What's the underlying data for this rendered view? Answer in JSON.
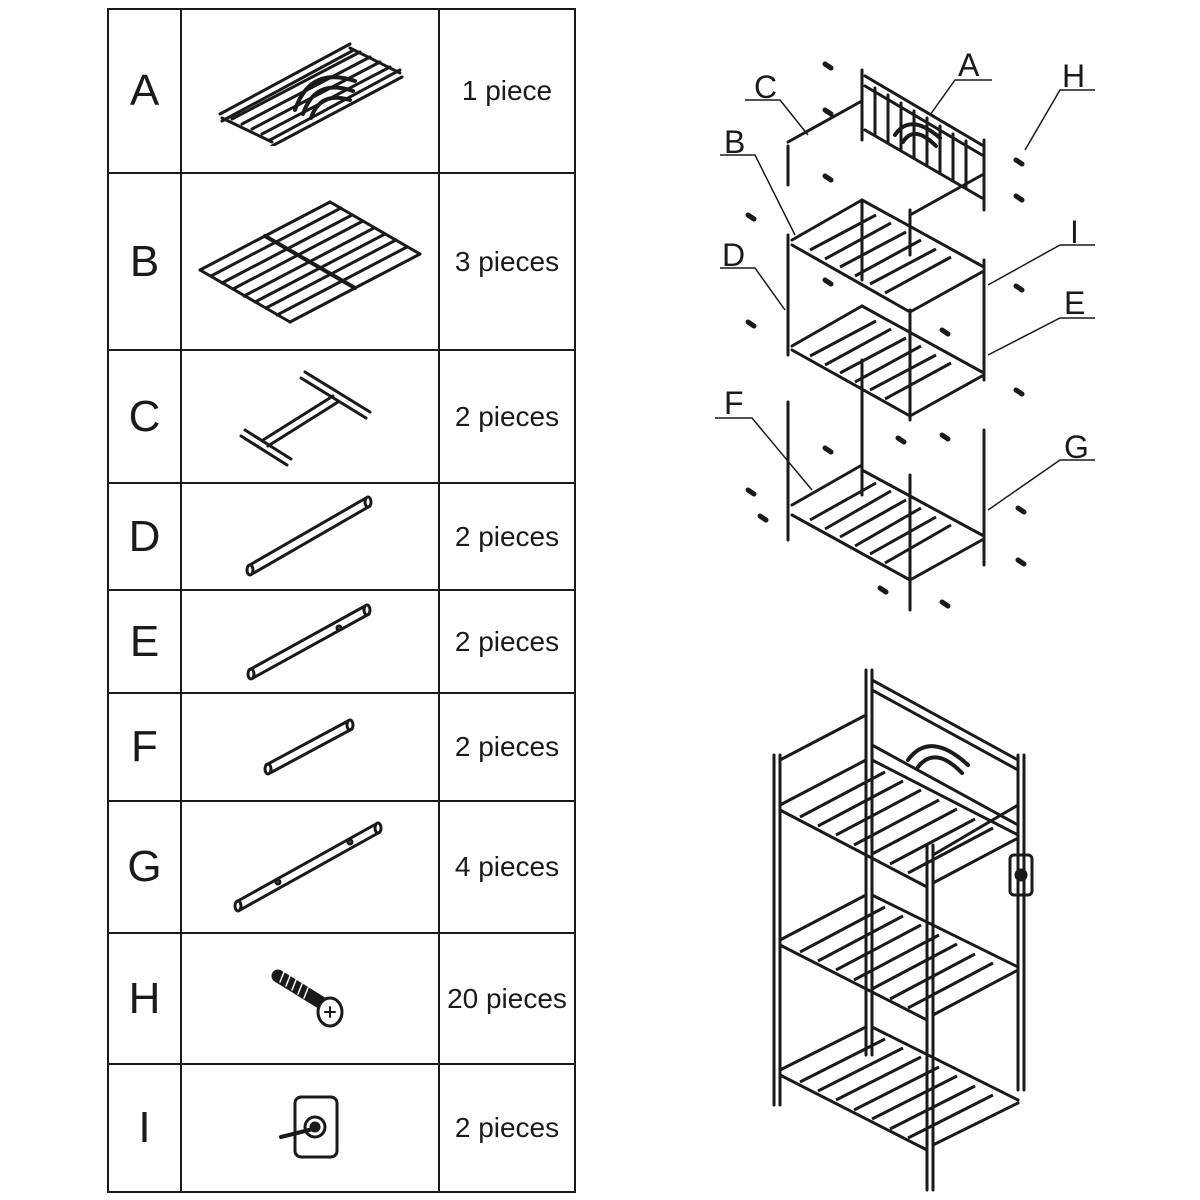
{
  "parts": [
    {
      "letter": "A",
      "quantity": "1 piece",
      "icon": "back-panel-icon"
    },
    {
      "letter": "B",
      "quantity": "3 pieces",
      "icon": "shelf-grid-icon"
    },
    {
      "letter": "C",
      "quantity": "2 pieces",
      "icon": "handle-rail-icon"
    },
    {
      "letter": "D",
      "quantity": "2 pieces",
      "icon": "long-tube-icon"
    },
    {
      "letter": "E",
      "quantity": "2 pieces",
      "icon": "long-tube-icon"
    },
    {
      "letter": "F",
      "quantity": "2 pieces",
      "icon": "short-tube-icon"
    },
    {
      "letter": "G",
      "quantity": "4 pieces",
      "icon": "long-tube-icon"
    },
    {
      "letter": "H",
      "quantity": "20 pieces",
      "icon": "screw-icon"
    },
    {
      "letter": "I",
      "quantity": "2 pieces",
      "icon": "wall-hook-icon"
    }
  ],
  "callouts": {
    "A": "A",
    "B": "B",
    "C": "C",
    "D": "D",
    "E": "E",
    "F": "F",
    "G": "G",
    "H": "H",
    "I": "I"
  },
  "colors": {
    "line": "#1a1a1a",
    "background": "#ffffff"
  }
}
